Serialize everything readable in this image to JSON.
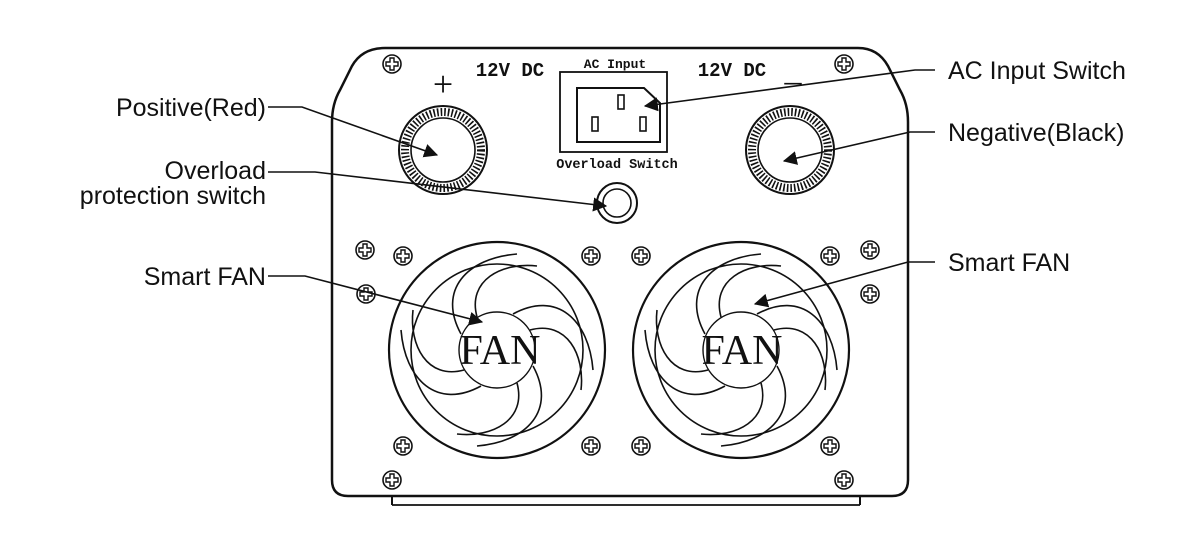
{
  "panel": {
    "dc_label_left": "12V DC",
    "dc_label_right": "12V DC",
    "plus_sign": "+",
    "minus_sign": "_",
    "ac_input_label": "AC Input",
    "overload_switch_label": "Overload Switch",
    "fan_left_label": "FAN",
    "fan_right_label": "FAN"
  },
  "callouts": {
    "positive": "Positive(Red)",
    "overload_line1": "Overload",
    "overload_line2": "protection switch",
    "smart_fan_left": "Smart FAN",
    "ac_input_switch": "AC Input Switch",
    "negative": "Negative(Black)",
    "smart_fan_right": "Smart FAN"
  },
  "colors": {
    "ink": "#111111",
    "background": "#ffffff"
  }
}
